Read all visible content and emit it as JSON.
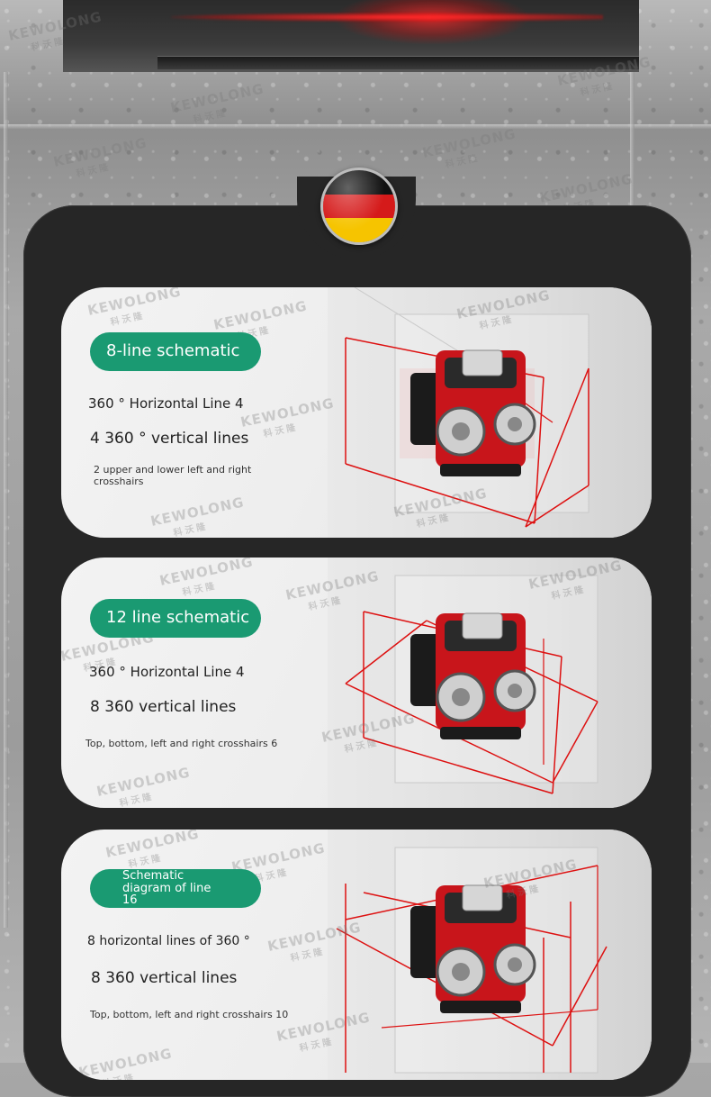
{
  "watermark": "KEWOLONG",
  "watermark_sub": "科沃隆",
  "flag": {
    "country": "Germany",
    "colors": [
      "#111111",
      "#d51a1a",
      "#f6c400"
    ]
  },
  "accent_color": "#1a9a72",
  "cards": [
    {
      "title": "8-line schematic",
      "line1": "360 ° Horizontal Line 4",
      "line2": "4 360 ° vertical lines",
      "line3": "2 upper and lower left and right crosshairs"
    },
    {
      "title": "12 line schematic",
      "line1": "360 ° Horizontal Line 4",
      "line2": "8 360 vertical lines",
      "line3": "Top, bottom, left and right crosshairs 6"
    },
    {
      "title": "Schematic diagram of line 16",
      "line1": "8 horizontal lines of 360 °",
      "line2": "8 360 vertical lines",
      "line3": "Top, bottom, left and right crosshairs 10"
    }
  ]
}
